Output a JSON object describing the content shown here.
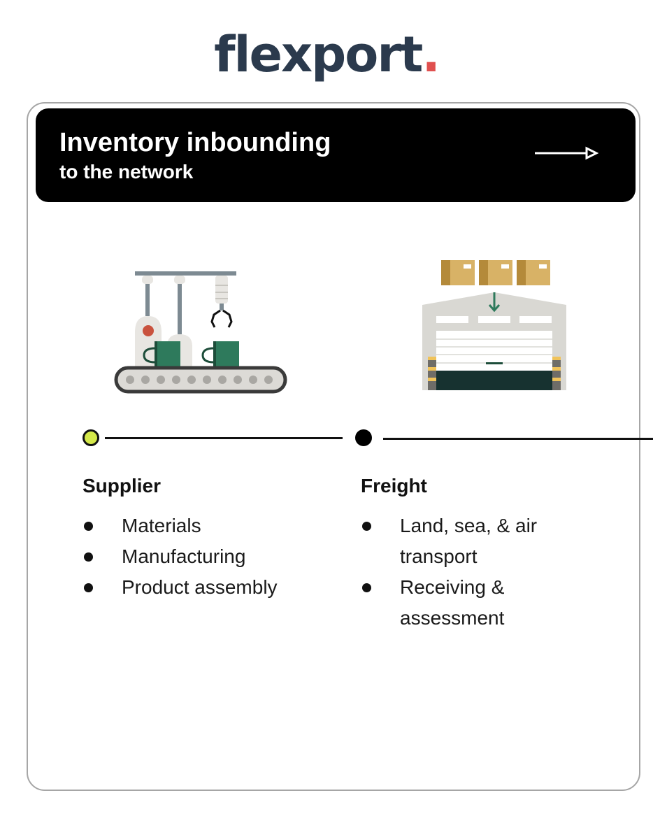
{
  "brand": {
    "name": "flexport",
    "dot": ".",
    "colors": {
      "text": "#2b3a4d",
      "dot": "#e0504f"
    }
  },
  "header": {
    "title": "Inventory inbounding",
    "subtitle": "to the network",
    "arrow_icon": "arrow-right-icon"
  },
  "timeline": {
    "nodes": [
      {
        "name": "supplier-node",
        "fill": "#d4e84a"
      },
      {
        "name": "freight-node",
        "fill": "#000000"
      }
    ]
  },
  "stages": [
    {
      "title": "Supplier",
      "illustration": "factory-assembly-line-icon",
      "items": [
        "Materials",
        "Manufacturing",
        "Product assembly"
      ]
    },
    {
      "title": "Freight",
      "illustration": "warehouse-receiving-icon",
      "items": [
        "Land, sea, & air transport",
        "Receiving & assessment"
      ]
    }
  ]
}
